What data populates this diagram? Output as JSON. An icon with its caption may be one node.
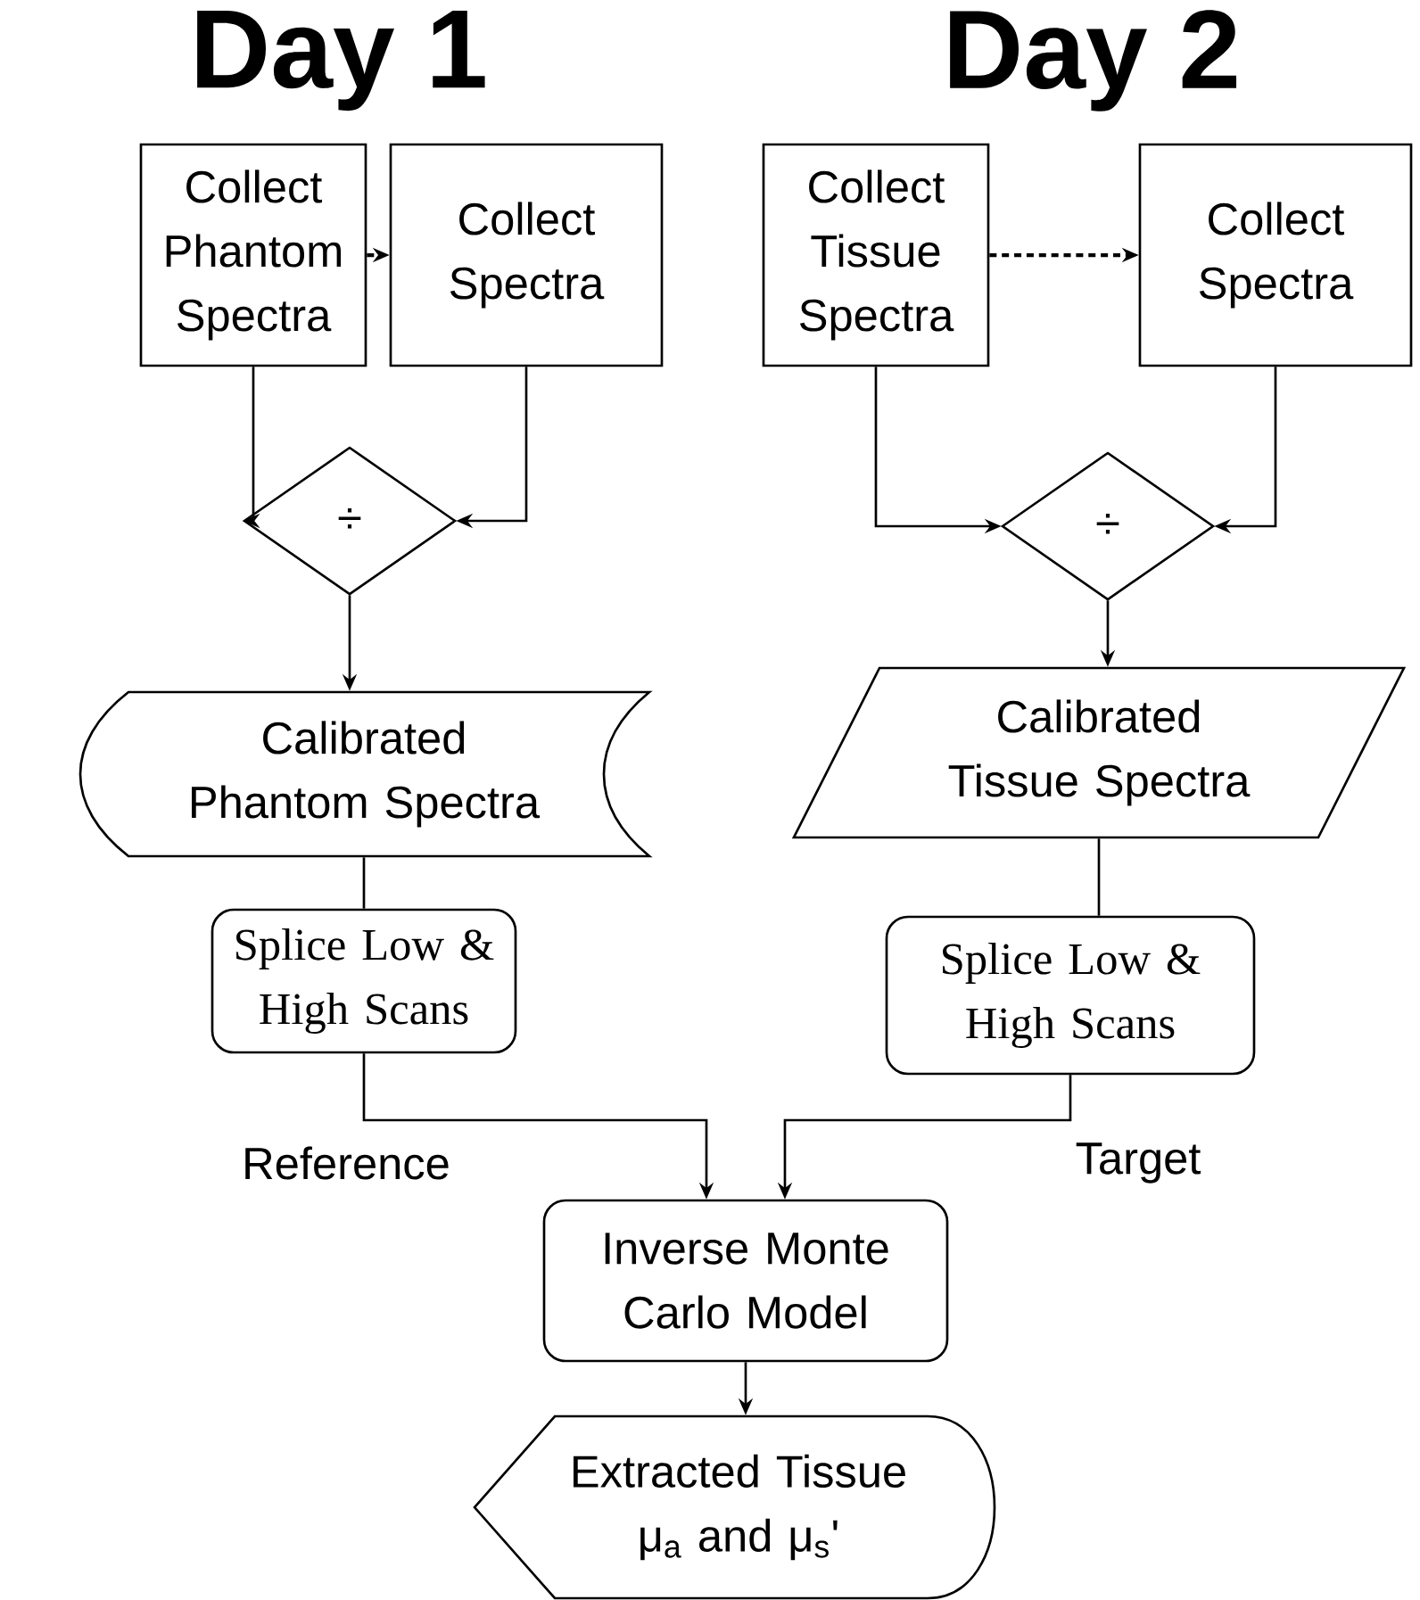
{
  "diagram": {
    "nodes": [
      {
        "text": [
          "Collect Phantom Spectra"
        ]
      },
      {
        "text": [
          "Collect Spectra"
        ]
      },
      {
        "text": [
          "Collect Tissue Spectra"
        ]
      },
      {
        "text": [
          "Collect Spectra"
        ]
      },
      {
        "text": [
          "÷"
        ]
      },
      {
        "text": [
          "÷"
        ]
      },
      {
        "text": [
          "Calibrated Phantom Spectra"
        ]
      },
      {
        "text": [
          "Calibrated Tissue Spectra"
        ]
      },
      {
        "text": [
          "Splice Low & High Scans"
        ]
      },
      {
        "text": [
          "Splice Low & High Scans"
        ]
      },
      {
        "text": [
          "Inverse Monte Carlo Model"
        ]
      },
      {
        "text": [
          "Extracted Tissue μ$_{a}$ and μ$_{s}$'"
        ]
      }
    ],
    "edges": [
      {
        "from": 0,
        "to": 1,
        "arrow": "to",
        "style": "dashed"
      },
      {
        "from": 2,
        "to": 3,
        "arrow": "to",
        "style": "dashed"
      },
      {
        "from": 0,
        "to": 4,
        "arrow": "to"
      },
      {
        "from": 1,
        "to": 4,
        "arrow": "to"
      },
      {
        "from": 2,
        "to": 5,
        "arrow": "to"
      },
      {
        "from": 3,
        "to": 5,
        "arrow": "to"
      },
      {
        "from": 4,
        "to": 6,
        "arrow": "to"
      },
      {
        "from": 5,
        "to": 7,
        "arrow": "to"
      },
      {
        "from": 6,
        "to": 8,
        "arrow": "none"
      },
      {
        "from": 7,
        "to": 9,
        "arrow": "none"
      },
      {
        "from": 8,
        "to": 10,
        "arrow": "to",
        "label": "Reference"
      },
      {
        "from": 9,
        "to": 10,
        "arrow": "to",
        "label": "Target"
      },
      {
        "from": 10,
        "to": 11,
        "arrow": "to"
      }
    ],
    "labels": [
      "Day 1",
      "Day 2"
    ]
  }
}
